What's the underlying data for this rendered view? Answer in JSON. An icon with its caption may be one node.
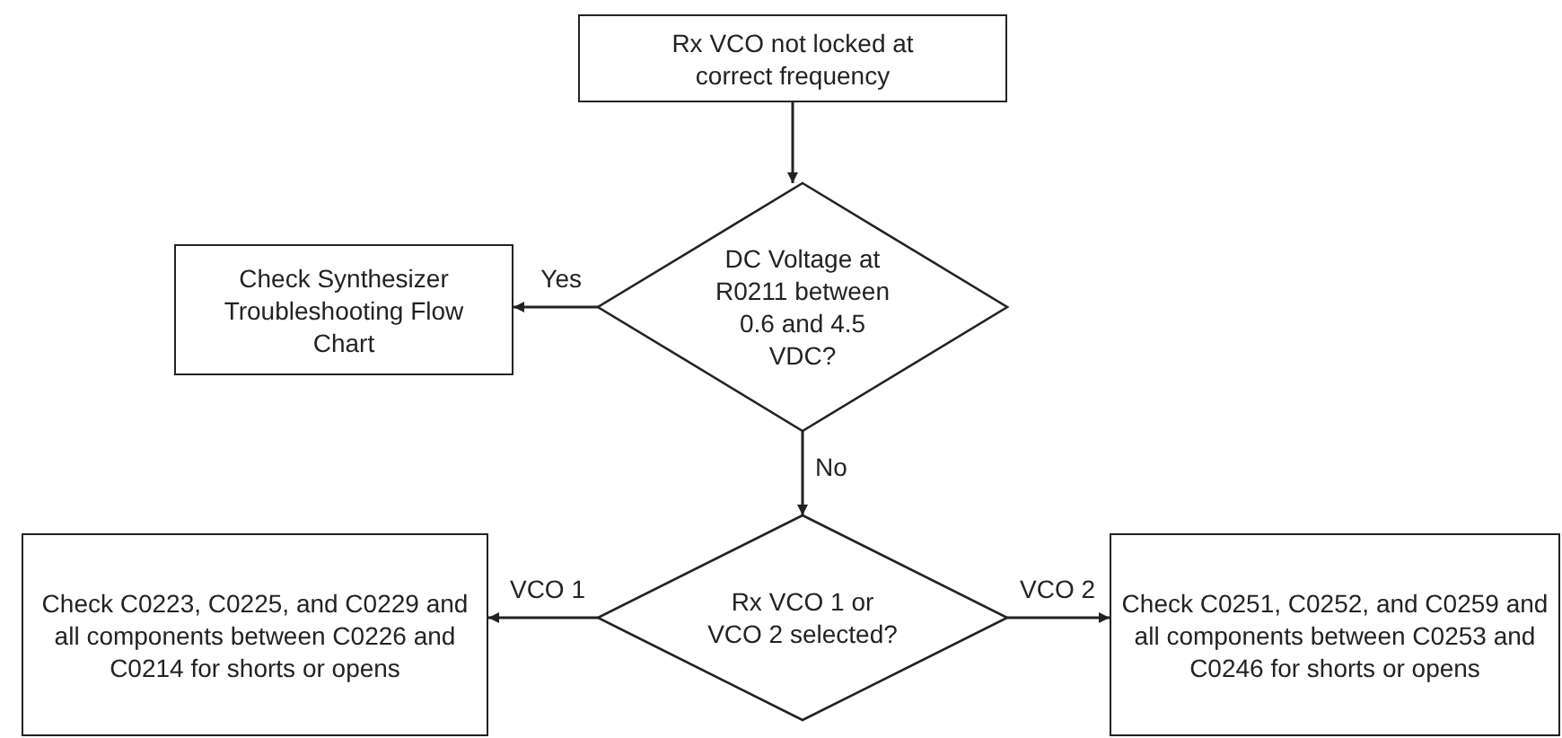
{
  "diagram": {
    "nodes": [
      {
        "text": [
          "Rx VCO not locked at correct frequency"
        ]
      },
      {
        "text": [
          "DC Voltage at R0211 between 0.6 and 4.5 VDC?"
        ]
      },
      {
        "text": [
          "Check Synthesizer Troubleshooting Flow Chart"
        ]
      },
      {
        "text": [
          "Rx VCO 1 or VCO 2 selected?"
        ]
      },
      {
        "text": [
          "Check C0223, C0225, and C0229 and all components between C0226 and C0214 for shorts or opens"
        ]
      },
      {
        "text": [
          "Check C0251, C0252, and C0259 and all components between C0253 and C0246 for shorts or opens"
        ]
      }
    ],
    "edges": [
      {
        "from": 0,
        "to": 1,
        "arrow": "to"
      },
      {
        "from": 1,
        "to": 2,
        "arrow": "to",
        "label": "Yes"
      },
      {
        "from": 1,
        "to": 3,
        "arrow": "to",
        "label": "No"
      },
      {
        "from": 3,
        "to": 4,
        "arrow": "to",
        "label": "VCO 1"
      },
      {
        "from": 3,
        "to": 5,
        "arrow": "to",
        "label": "VCO 2"
      }
    ]
  }
}
